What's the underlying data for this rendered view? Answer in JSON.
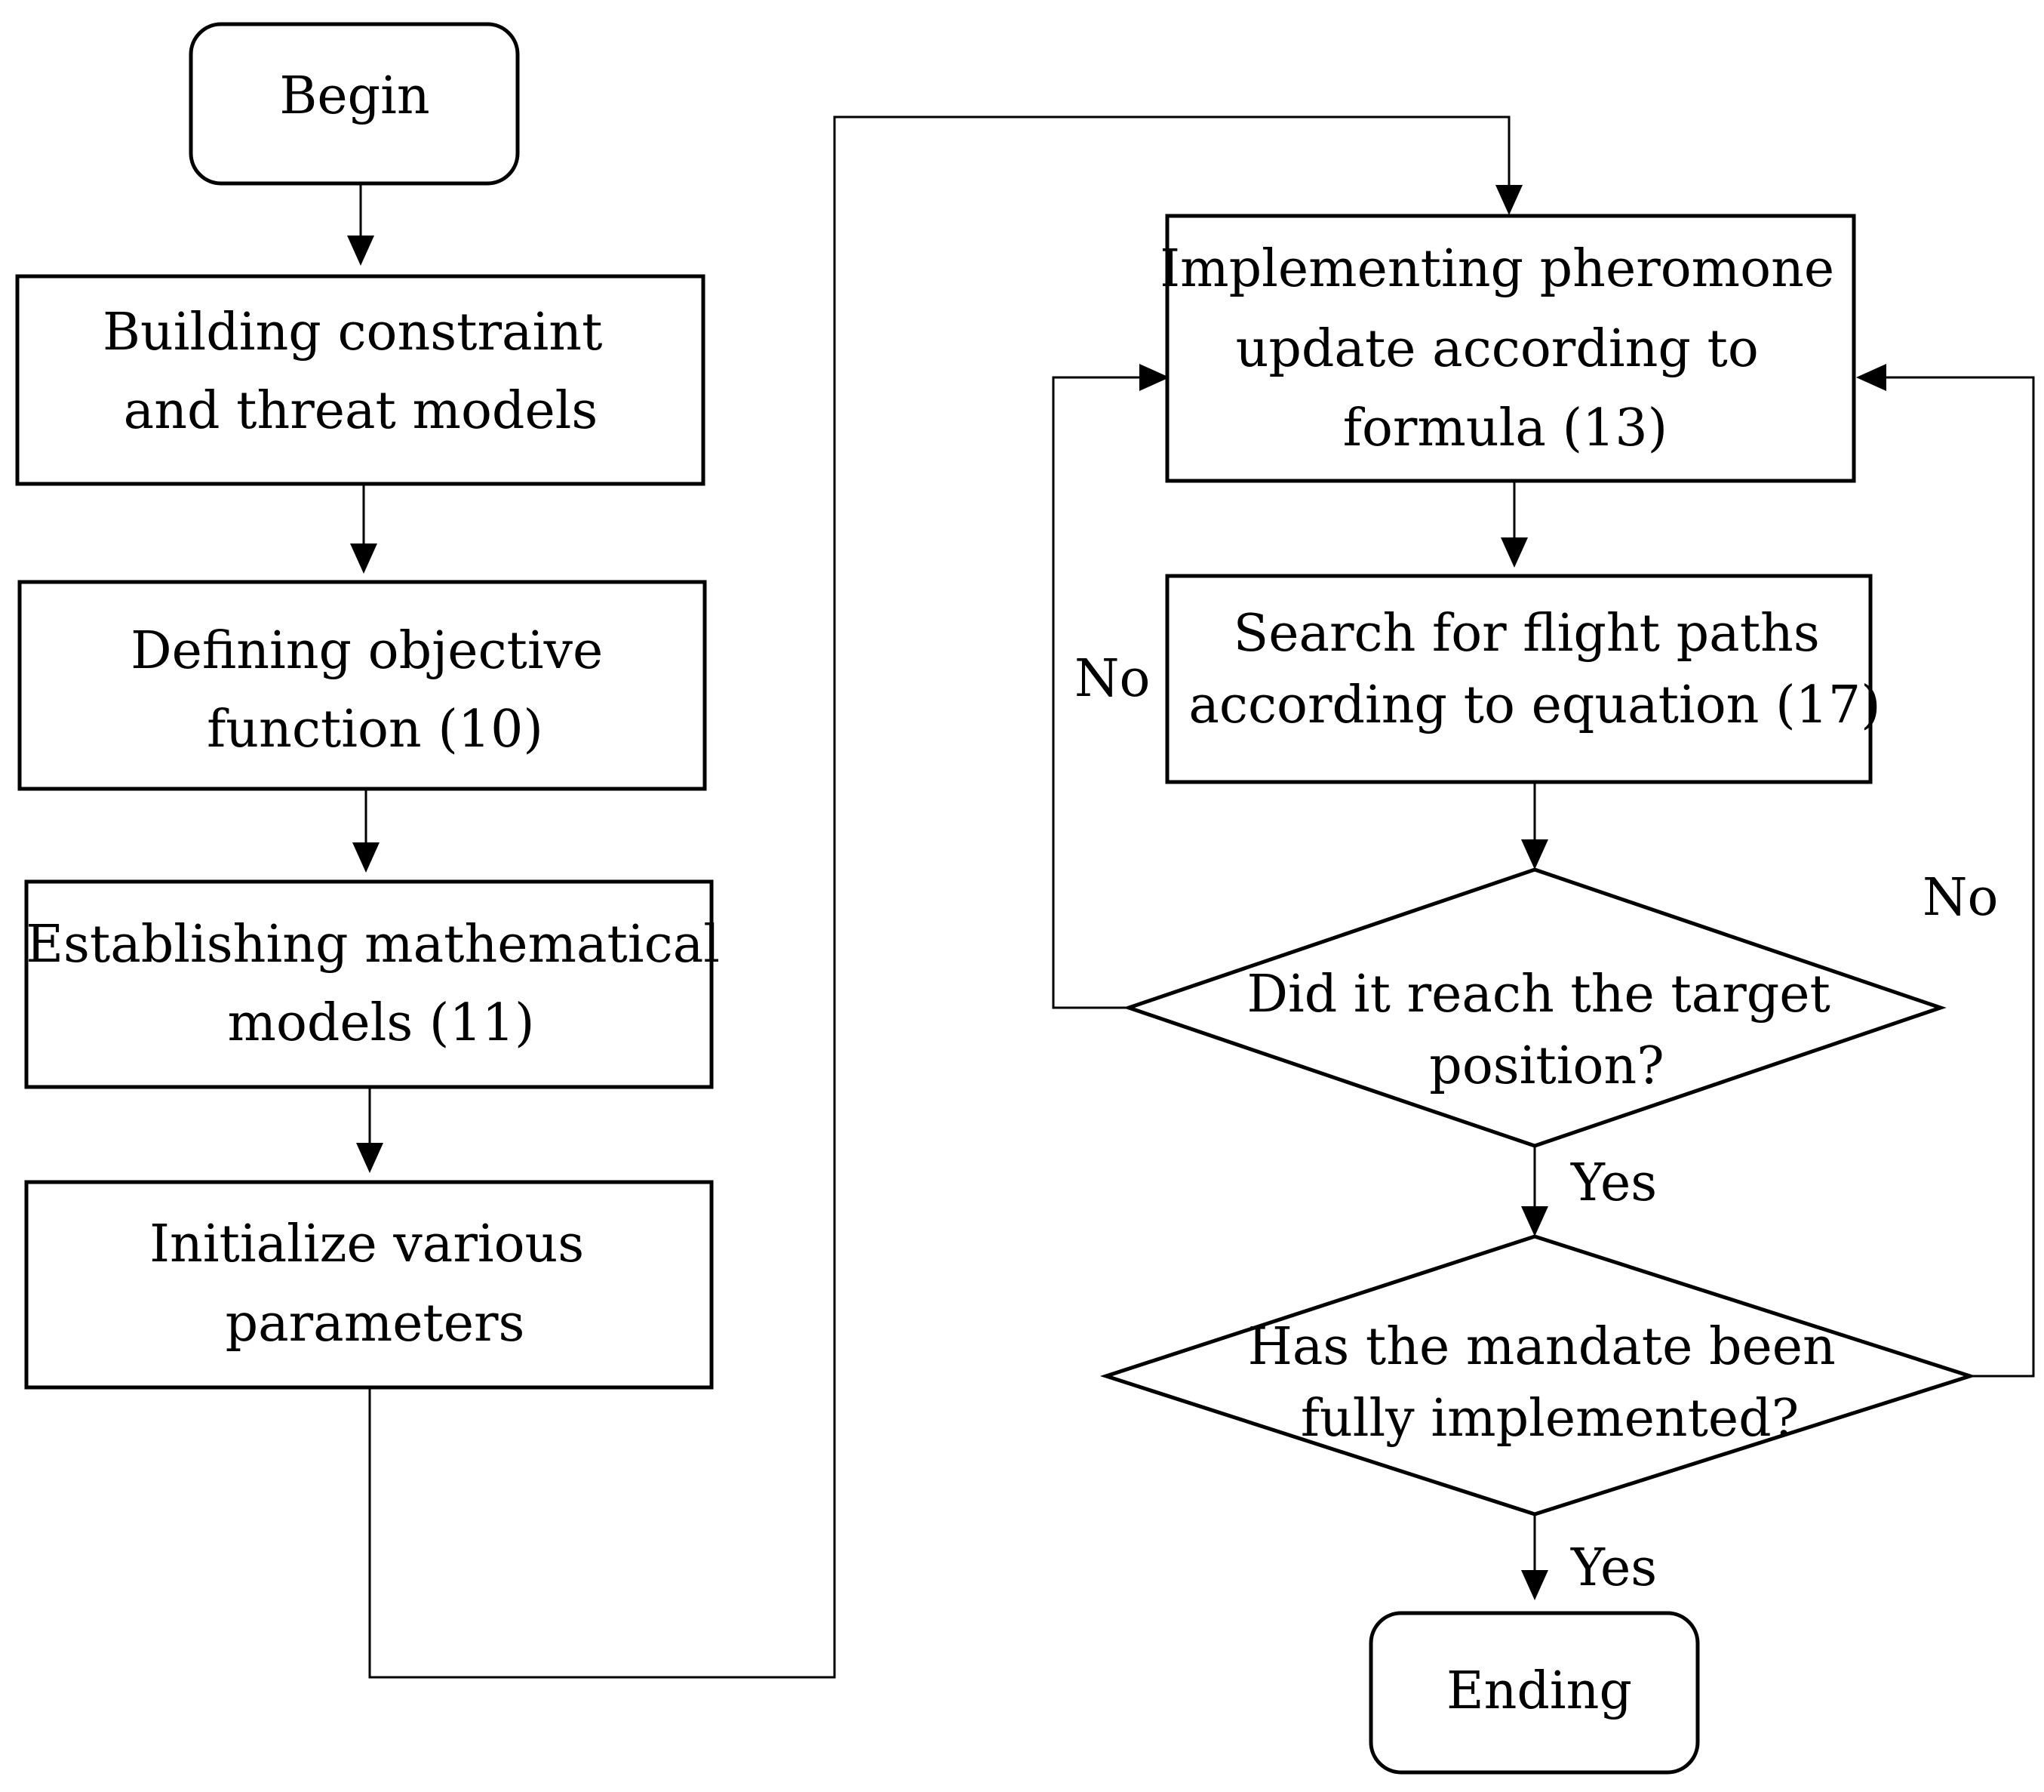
{
  "nodes": {
    "begin": {
      "lines": [
        "Begin"
      ]
    },
    "constraint": {
      "lines": [
        "Building constraint",
        "and threat models"
      ]
    },
    "objective": {
      "lines": [
        "Defining objective",
        "function (10)"
      ]
    },
    "mathmodel": {
      "lines": [
        "Establishing mathematical",
        "models (11)"
      ]
    },
    "init": {
      "lines": [
        "Initialize various",
        "parameters"
      ]
    },
    "pheromone": {
      "lines": [
        "Implementing pheromone",
        "update according to",
        "formula (13)"
      ]
    },
    "search": {
      "lines": [
        "Search for flight paths",
        "according to equation (17)"
      ]
    },
    "target": {
      "lines": [
        "Did it reach the target",
        "position?"
      ]
    },
    "mandate": {
      "lines": [
        "Has the mandate been",
        "fully implemented?"
      ]
    },
    "ending": {
      "lines": [
        "Ending"
      ]
    }
  },
  "edge_labels": {
    "target_no": "No",
    "mandate_no": "No",
    "target_yes": "Yes",
    "mandate_yes": "Yes"
  }
}
